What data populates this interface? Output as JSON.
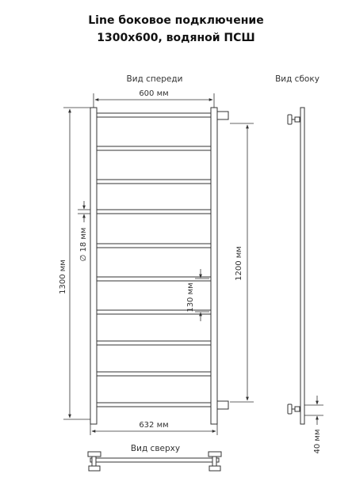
{
  "title": {
    "line1": "Line боковое подключение",
    "line2": "1300х600, водяной ПСШ"
  },
  "views": {
    "front": "Вид спереди",
    "side": "Вид сбоку",
    "top": "Вид сверху"
  },
  "dimensions": {
    "width_top": "600 мм",
    "width_bottom": "632 мм",
    "height_total": "1300 мм",
    "center_distance": "1200 мм",
    "rung_diameter": "∅ 18 мм",
    "rung_spacing": "130 мм",
    "wall_offset": "40 мм"
  },
  "colors": {
    "line": "#333333",
    "frame_fill": "#ffffff"
  }
}
